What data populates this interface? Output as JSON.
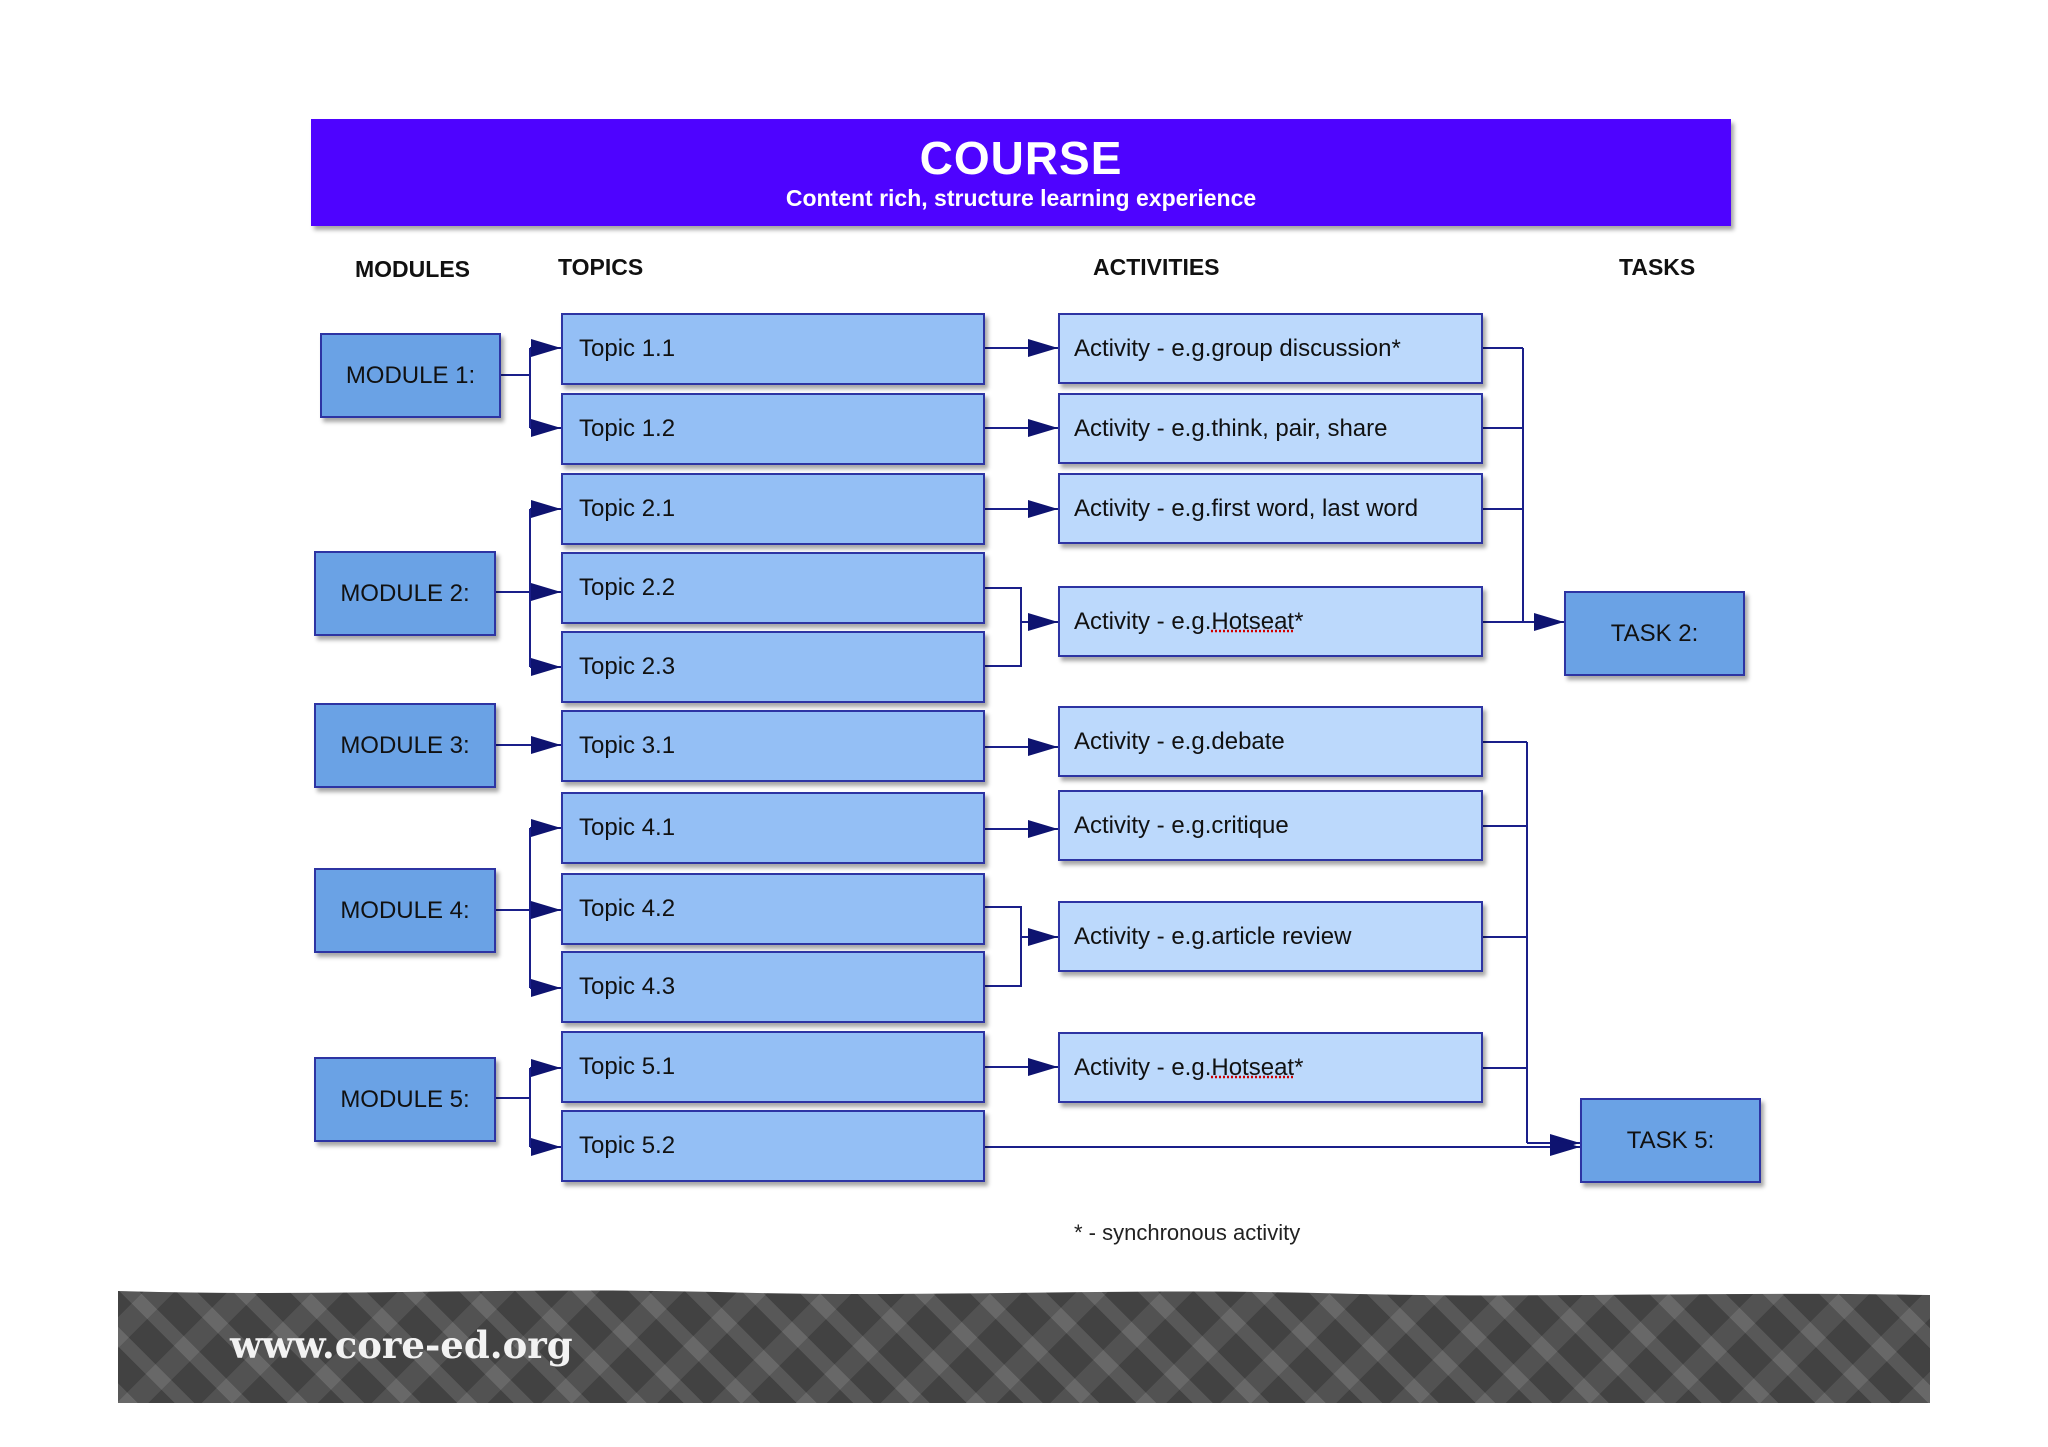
{
  "header": {
    "title": "COURSE",
    "subtitle": "Content rich, structure learning experience"
  },
  "columns": {
    "modules": "MODULES",
    "topics": "TOPICS",
    "activities": "ACTIVITIES",
    "tasks": "TASKS"
  },
  "modules": [
    "MODULE 1:",
    "MODULE 2:",
    "MODULE 3:",
    "MODULE 4:",
    "MODULE 5:"
  ],
  "topics": [
    "Topic 1.1",
    "Topic 1.2",
    "Topic 2.1",
    "Topic 2.2",
    "Topic 2.3",
    "Topic 3.1",
    "Topic 4.1",
    "Topic 4.2",
    "Topic 4.3",
    "Topic 5.1",
    "Topic 5.2"
  ],
  "activities": [
    {
      "prefix": "Activity - e.g. ",
      "text": "group discussion*",
      "flag": ""
    },
    {
      "prefix": "Activity - e.g. ",
      "text": "think, pair, share",
      "flag": ""
    },
    {
      "prefix": "Activity - e.g. ",
      "text": "first word, last word",
      "flag": ""
    },
    {
      "prefix": "Activity - e.g. ",
      "text": "Hotseat",
      "flag": "*"
    },
    {
      "prefix": "Activity - e.g. ",
      "text": "debate",
      "flag": ""
    },
    {
      "prefix": "Activity - e.g. ",
      "text": "critique",
      "flag": ""
    },
    {
      "prefix": "Activity - e.g. ",
      "text": "article review",
      "flag": ""
    },
    {
      "prefix": "Activity - e.g. ",
      "text": "Hotseat",
      "flag": " *"
    }
  ],
  "tasks": [
    "TASK 2:",
    "TASK 5:"
  ],
  "footnote": "* - synchronous activity",
  "footer": {
    "url": "www.core-ed.org"
  },
  "colors": {
    "header": "#4e03ff",
    "module": "#6aa2e5",
    "topic": "#94bff5",
    "activity": "#bcd9fc",
    "connector": "#1a1f8a",
    "footer": "#545454"
  }
}
